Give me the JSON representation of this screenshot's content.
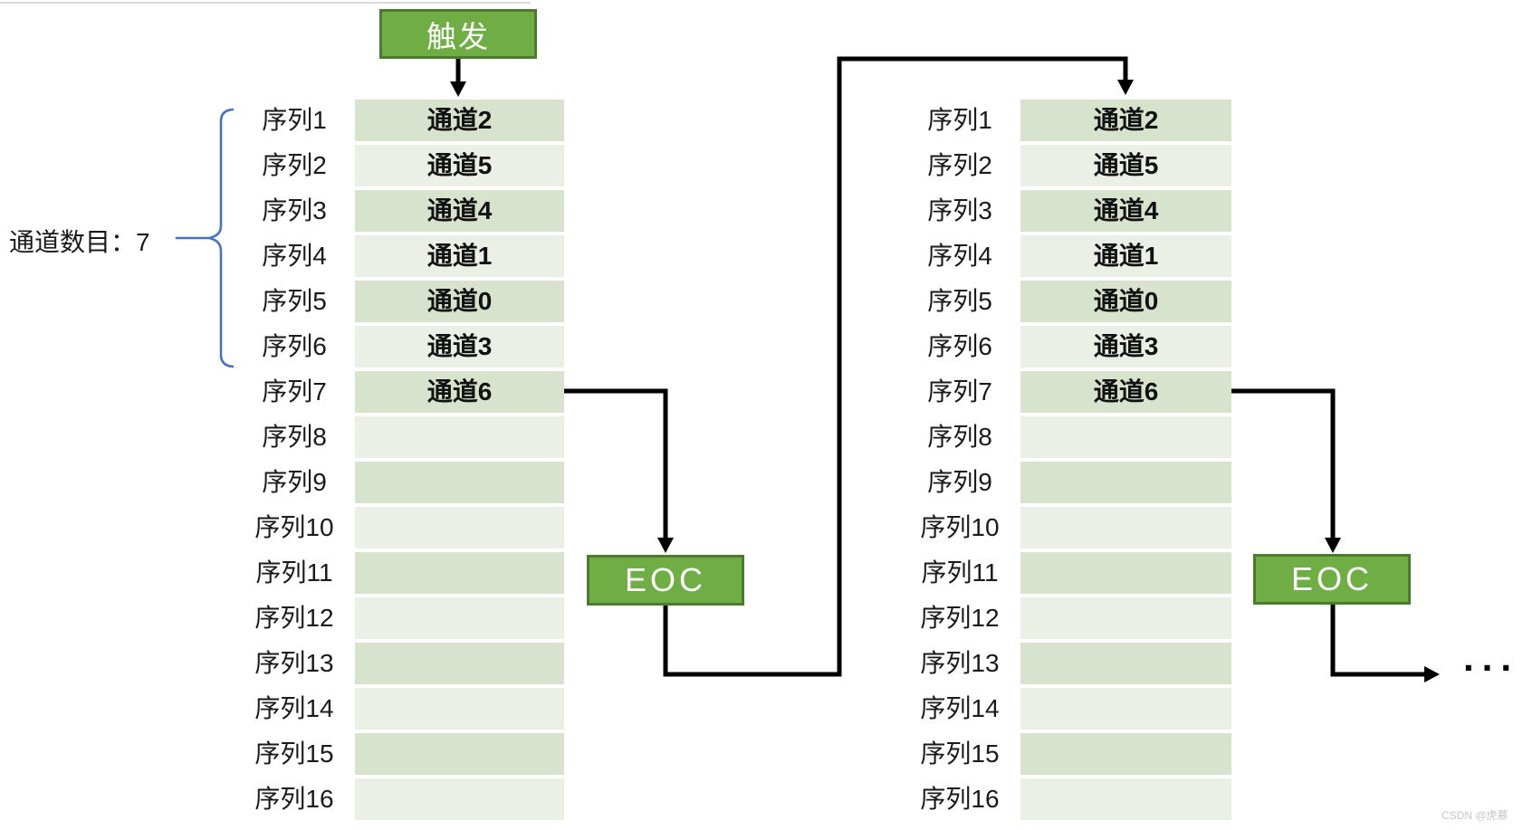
{
  "trigger": {
    "label": "触发"
  },
  "eoc": {
    "label": "EOC"
  },
  "channel_count": {
    "label": "通道数目：7"
  },
  "ellipsis": "...",
  "watermark": "CSDN @虎慕",
  "table": {
    "sequence_labels": [
      "序列1",
      "序列2",
      "序列3",
      "序列4",
      "序列5",
      "序列6",
      "序列7",
      "序列8",
      "序列9",
      "序列10",
      "序列11",
      "序列12",
      "序列13",
      "序列14",
      "序列15",
      "序列16"
    ],
    "channels": [
      "通道2",
      "通道5",
      "通道4",
      "通道1",
      "通道0",
      "通道3",
      "通道6",
      "",
      "",
      "",
      "",
      "",
      "",
      "",
      "",
      ""
    ],
    "filled_rows": 7,
    "column_count": 2
  },
  "colors": {
    "row_dark": "#D7E3CD",
    "row_light": "#EAF0E5",
    "box_fill": "#6FAE45",
    "box_border": "#4C7A2F",
    "brace_blue": "#4472C4",
    "arrow_black": "#000000",
    "top_divider": "#d9d9d9"
  }
}
